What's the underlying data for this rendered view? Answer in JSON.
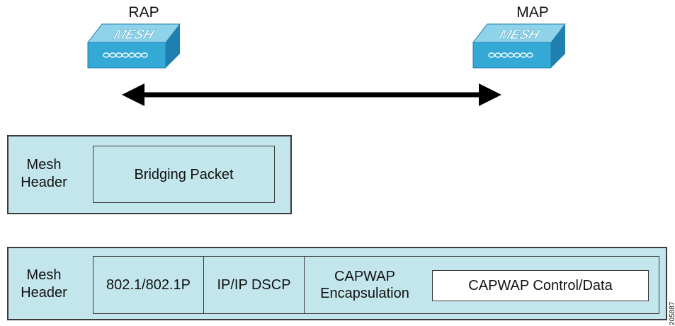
{
  "nodes": {
    "rap": {
      "label": "RAP",
      "device_text": "MESH"
    },
    "map": {
      "label": "MAP",
      "device_text": "MESH"
    }
  },
  "colors": {
    "device_top": "#8fd3ea",
    "device_front": "#34a9d6",
    "device_side": "#1f7fae",
    "frame_fill": "#c3e6ec",
    "arrow": "#000000"
  },
  "bridging_frame": {
    "header_label": "Mesh\nHeader",
    "payload_label": "Bridging Packet"
  },
  "capwap_frame": {
    "header_label": "Mesh\nHeader",
    "fields": {
      "dot1": "802.1/802.1P",
      "ip": "IP/IP DSCP",
      "encapsulation": "CAPWAP\nEncapsulation",
      "control_data": "CAPWAP Control/Data"
    }
  },
  "figure_id": "205887"
}
